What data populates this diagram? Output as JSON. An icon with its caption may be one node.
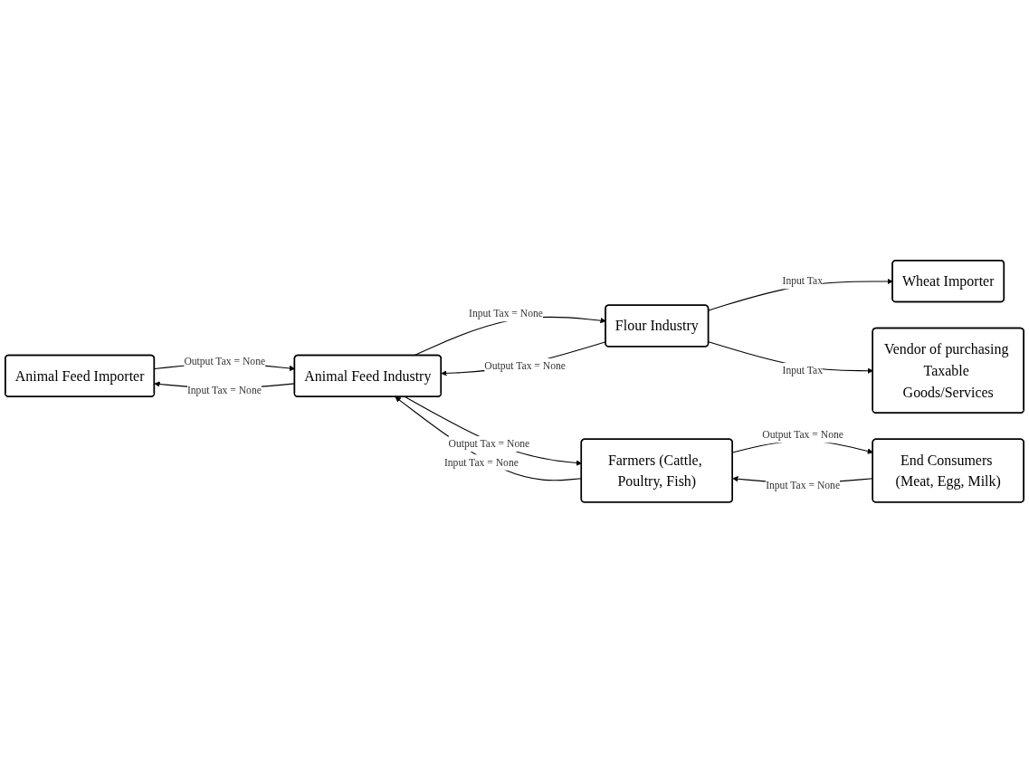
{
  "diagram": {
    "nodes": [
      {
        "text": [
          "Wheat Importer"
        ]
      },
      {
        "text": [
          "Animal Feed Importer"
        ]
      },
      {
        "text": [
          "Vendor of purchasing Taxable Goods/Services"
        ]
      },
      {
        "text": [
          "Flour Industry"
        ]
      },
      {
        "text": [
          "Animal Feed Industry"
        ]
      },
      {
        "text": [
          "Farmers (Cattle, Poultry, Fish)"
        ]
      },
      {
        "text": [
          "End Consumers (Meat, Egg, Milk)"
        ]
      }
    ],
    "edges": [
      {
        "from": 3,
        "to": 0,
        "arrow": "to",
        "label": "Input Tax"
      },
      {
        "from": 3,
        "to": 2,
        "arrow": "to",
        "label": "Input Tax"
      },
      {
        "from": 4,
        "to": 3,
        "arrow": "to",
        "label": "Input Tax = None"
      },
      {
        "from": 3,
        "to": 4,
        "arrow": "to",
        "label": "Output Tax = None"
      },
      {
        "from": 4,
        "to": 1,
        "arrow": "to",
        "label": "Input Tax = None"
      },
      {
        "from": 1,
        "to": 4,
        "arrow": "to",
        "label": "Output Tax = None"
      },
      {
        "from": 5,
        "to": 4,
        "arrow": "to",
        "label": "Input Tax = None"
      },
      {
        "from": 4,
        "to": 5,
        "arrow": "to",
        "label": "Output Tax = None"
      },
      {
        "from": 6,
        "to": 5,
        "arrow": "to",
        "label": "Input Tax = None"
      },
      {
        "from": 5,
        "to": 6,
        "arrow": "to",
        "label": "Output Tax = None"
      }
    ]
  }
}
